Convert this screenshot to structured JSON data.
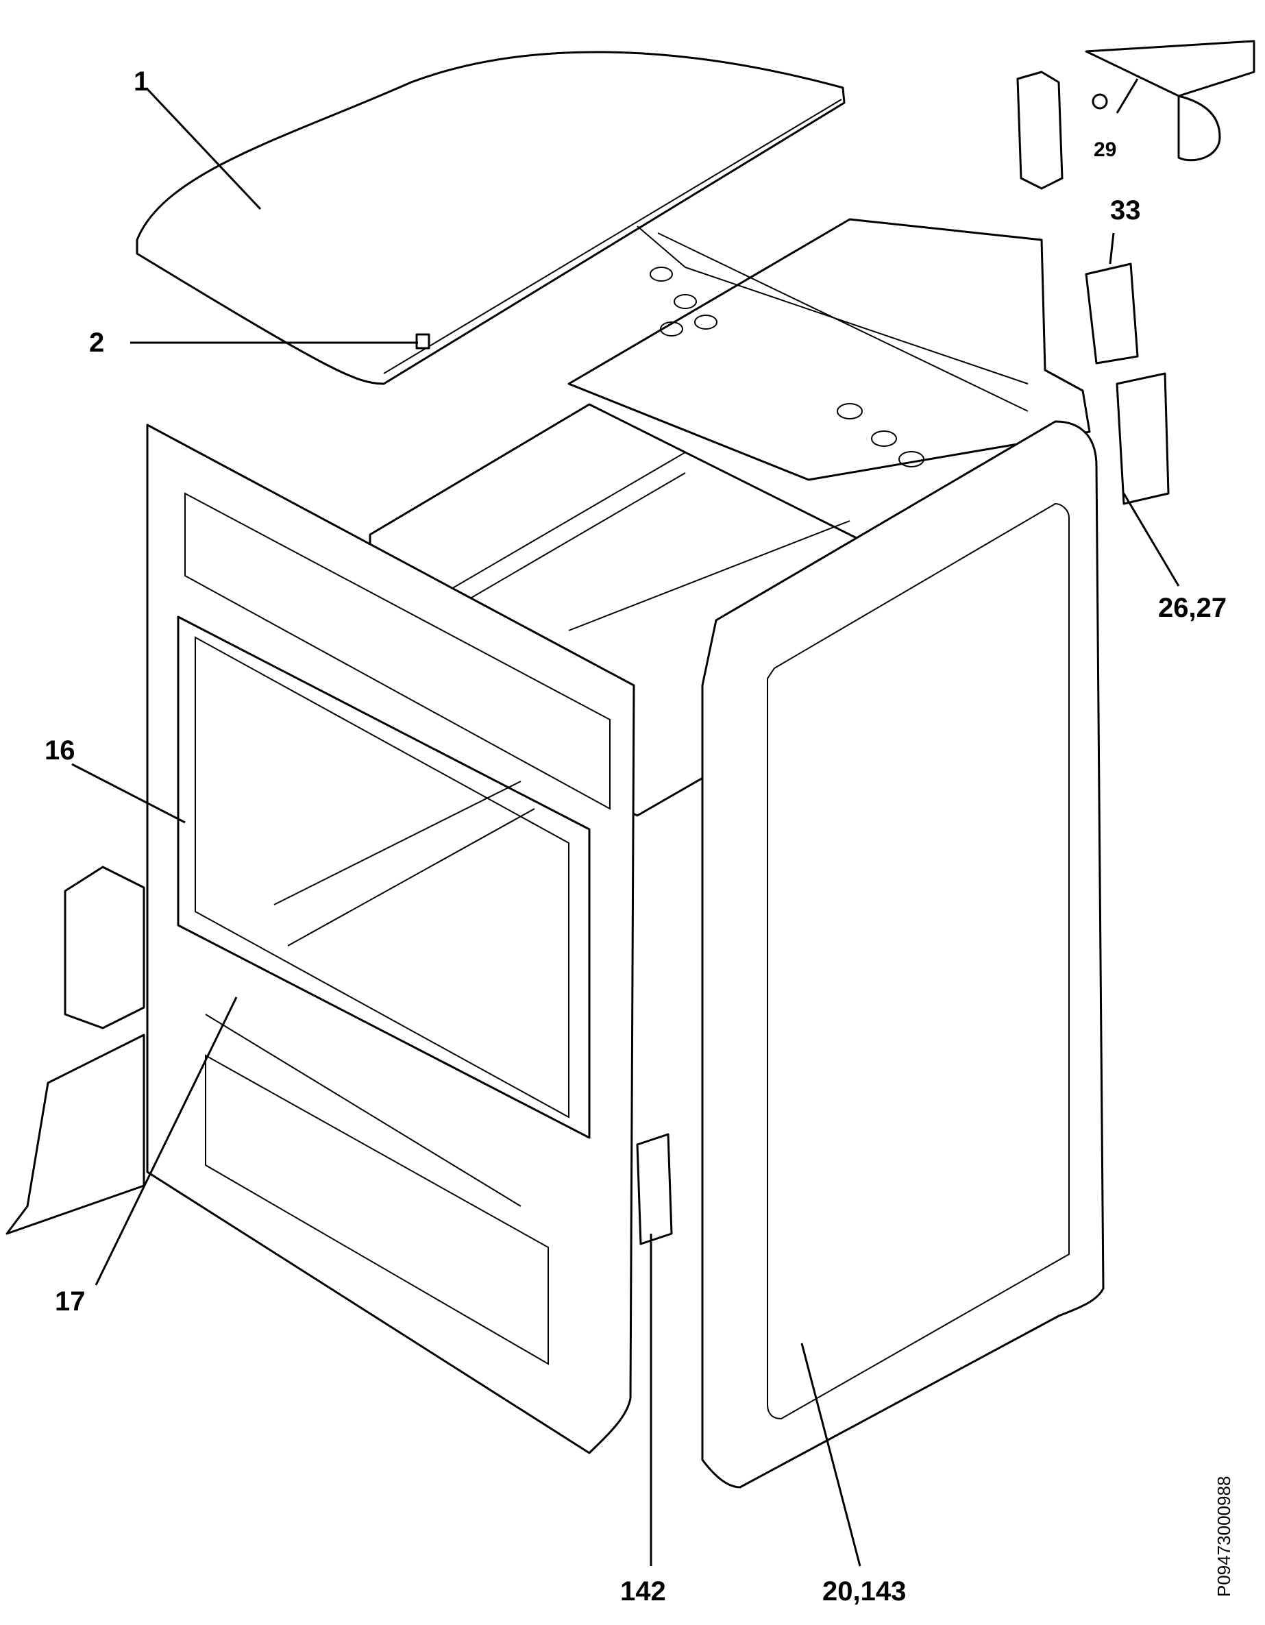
{
  "labels": {
    "l1": "1",
    "l2": "2",
    "l16": "16",
    "l17": "17",
    "l20": "20,143",
    "l26": "26,27",
    "l29": "29",
    "l33": "33",
    "l142": "142"
  },
  "doc_id": "P09473000988"
}
